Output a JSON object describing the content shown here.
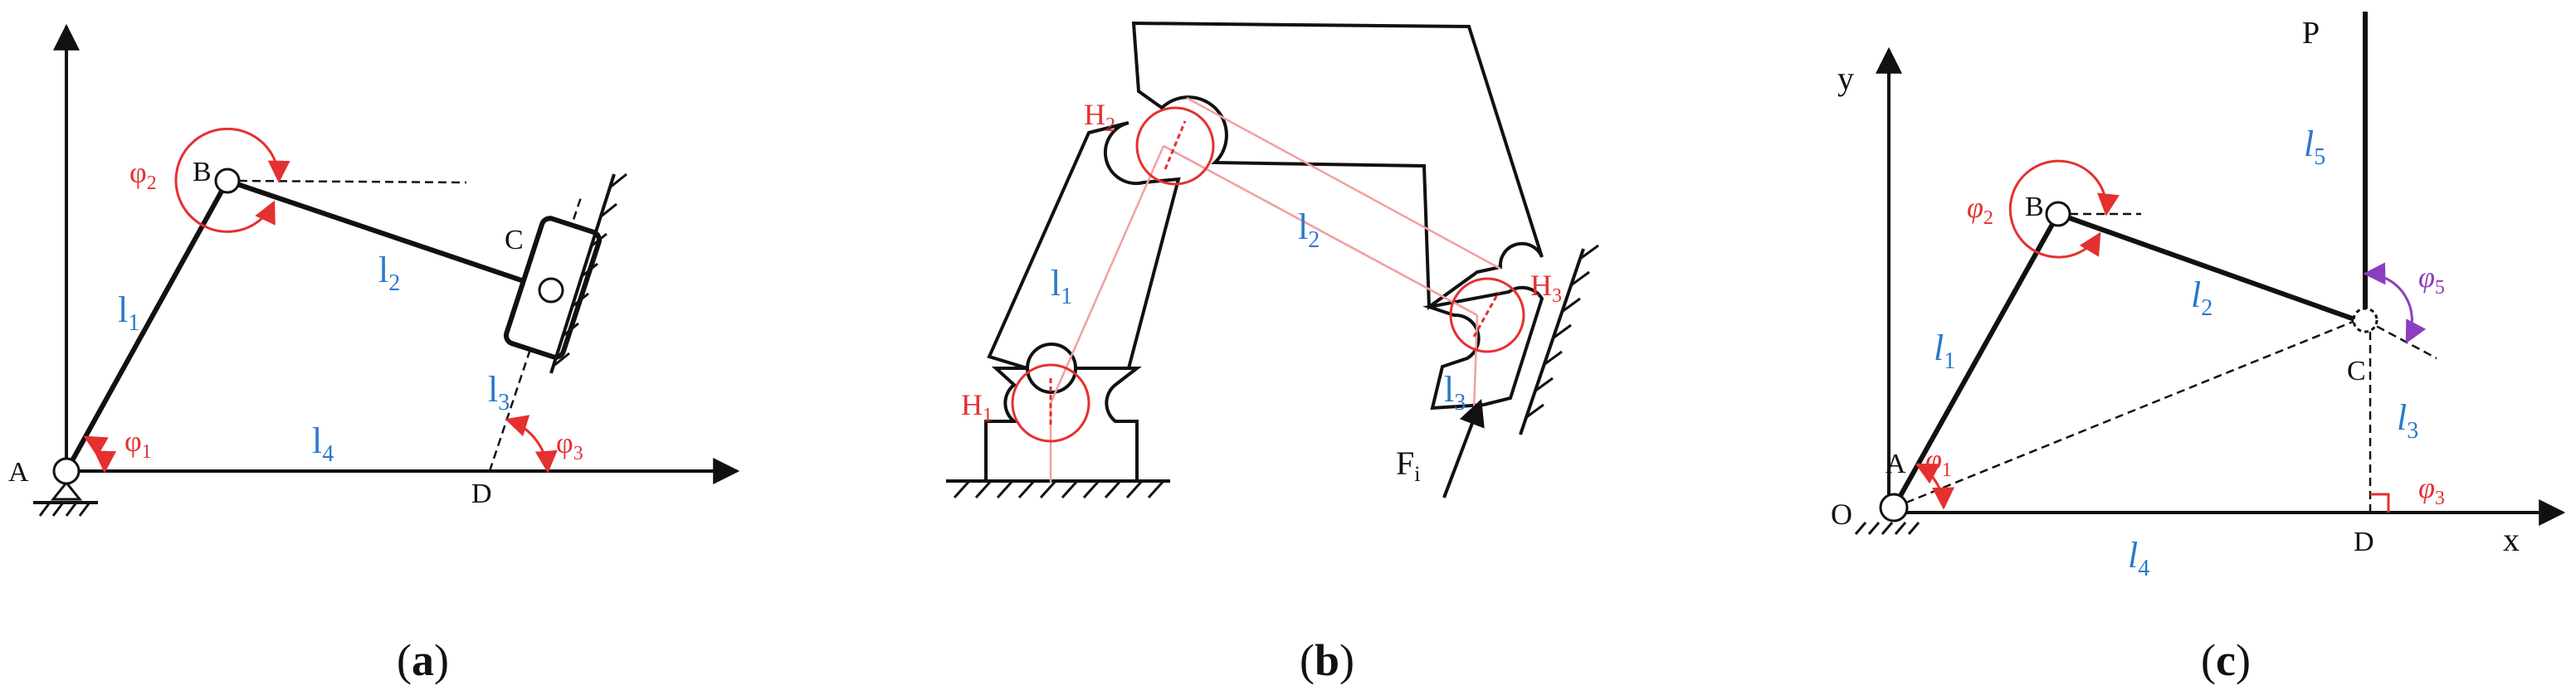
{
  "colors": {
    "link": "#111111",
    "angle": "#e53030",
    "length": "#2a79c9",
    "hinge": "#e53030",
    "hinge_line": "#f2a0a0",
    "phi5": "#8a3fbf"
  },
  "panel_a": {
    "caption_open": "(",
    "caption_letter": "a",
    "caption_close": ")",
    "joints": {
      "A": "A",
      "B": "B",
      "C": "C",
      "D": "D"
    },
    "links": {
      "l1": "l",
      "l1_sub": "1",
      "l2": "l",
      "l2_sub": "2",
      "l3": "l",
      "l3_sub": "3",
      "l4": "l",
      "l4_sub": "4"
    },
    "angles": {
      "p1": "φ",
      "p1_sub": "1",
      "p2": "φ",
      "p2_sub": "2",
      "p3": "φ",
      "p3_sub": "3"
    }
  },
  "panel_b": {
    "caption_open": "(",
    "caption_letter": "b",
    "caption_close": ")",
    "hinges": {
      "h": "H",
      "h1_sub": "1",
      "h2_sub": "2",
      "h3_sub": "3"
    },
    "links": {
      "l": "l",
      "l1_sub": "1",
      "l2_sub": "2",
      "l3_sub": "3"
    },
    "force": {
      "f": "F",
      "f_sub": "i"
    }
  },
  "panel_c": {
    "caption_open": "(",
    "caption_letter": "c",
    "caption_close": ")",
    "axes": {
      "x": "x",
      "y": "y"
    },
    "points": {
      "O": "O",
      "A": "A",
      "B": "B",
      "C": "C",
      "D": "D",
      "P": "P"
    },
    "links": {
      "l": "l",
      "l1_sub": "1",
      "l2_sub": "2",
      "l3_sub": "3",
      "l4_sub": "4",
      "l5_sub": "5"
    },
    "angles": {
      "p": "φ",
      "p1_sub": "1",
      "p2_sub": "2",
      "p3_sub": "3",
      "p5_sub": "5"
    }
  }
}
